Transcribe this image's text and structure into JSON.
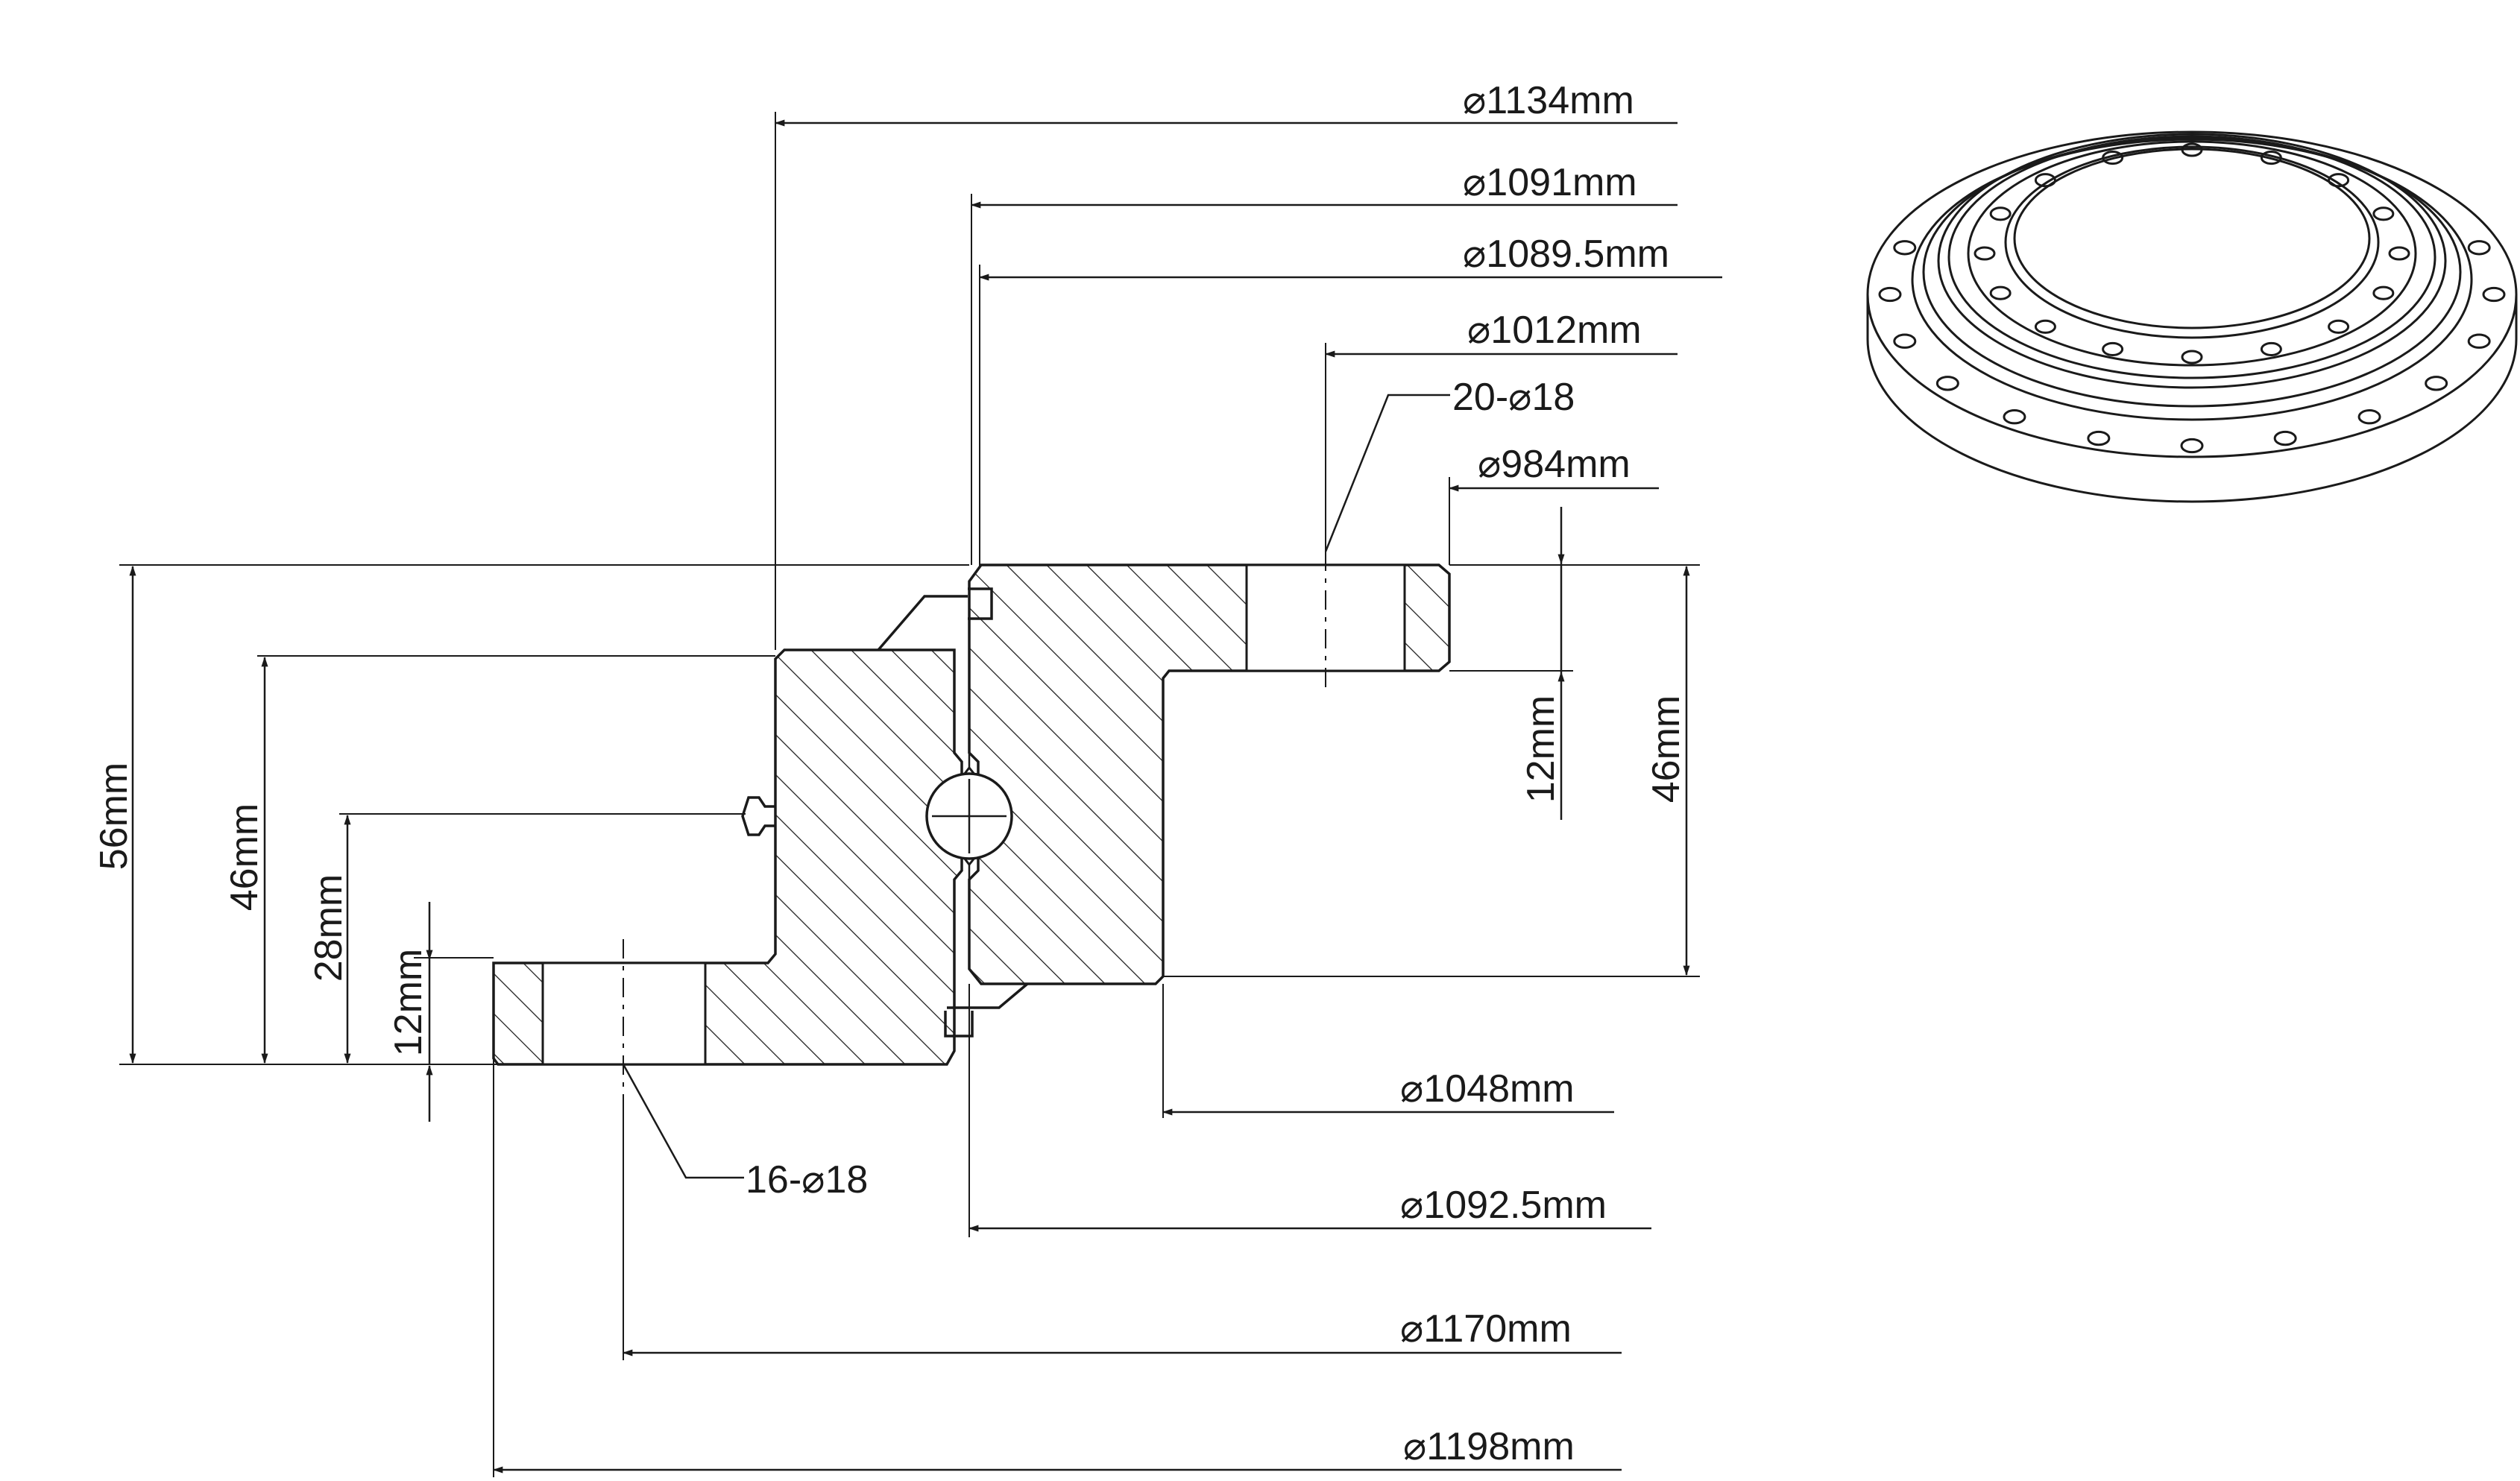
{
  "drawing": {
    "dimensions_top": [
      {
        "id": "d1134",
        "prefix": "⌀",
        "text": "1134mm"
      },
      {
        "id": "d1091",
        "prefix": "⌀",
        "text": "1091mm"
      },
      {
        "id": "d1089",
        "prefix": "⌀",
        "text": "1089.5mm"
      },
      {
        "id": "d1012",
        "prefix": "⌀",
        "text": "1012mm"
      },
      {
        "id": "d984",
        "prefix": "⌀",
        "text": "984mm"
      }
    ],
    "dimensions_bottom": [
      {
        "id": "d1048",
        "prefix": "⌀",
        "text": "1048mm"
      },
      {
        "id": "d1092",
        "prefix": "⌀",
        "text": "1092.5mm"
      },
      {
        "id": "d1170",
        "prefix": "⌀",
        "text": "1170mm"
      },
      {
        "id": "d1198",
        "prefix": "⌀",
        "text": "1198mm"
      }
    ],
    "hole_callouts": [
      {
        "id": "holes-outer",
        "count": "20-",
        "prefix": "⌀",
        "size": "18"
      },
      {
        "id": "holes-inner",
        "count": "16-",
        "prefix": "⌀",
        "size": "18"
      }
    ],
    "heights_left": [
      {
        "id": "h56",
        "text": "56mm"
      },
      {
        "id": "h46",
        "text": "46mm"
      },
      {
        "id": "h28",
        "text": "28mm"
      },
      {
        "id": "h12",
        "text": "12mm"
      }
    ],
    "heights_right": [
      {
        "id": "h12r",
        "text": "12mm"
      },
      {
        "id": "h46r",
        "text": "46mm"
      }
    ]
  }
}
